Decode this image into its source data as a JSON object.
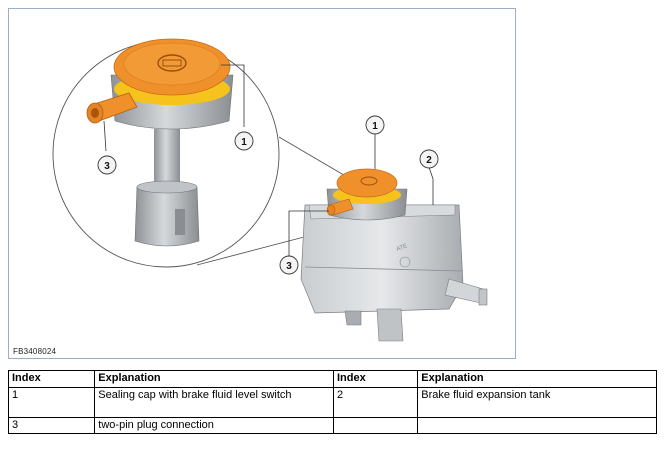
{
  "figure": {
    "code": "FB3408024",
    "callouts": [
      "1",
      "2",
      "3"
    ],
    "colors": {
      "cap": "#f0902a",
      "cap_dark": "#c96a14",
      "yellow": "#f6c21c",
      "grey": "#b8bcc0",
      "frame": "#9aaec8"
    }
  },
  "table": {
    "headers": [
      "Index",
      "Explanation",
      "Index",
      "Explanation"
    ],
    "rows": [
      [
        "1",
        "Sealing cap with brake fluid level switch",
        "2",
        "Brake fluid expansion tank"
      ],
      [
        "3",
        "two-pin plug connection",
        "",
        ""
      ]
    ]
  }
}
